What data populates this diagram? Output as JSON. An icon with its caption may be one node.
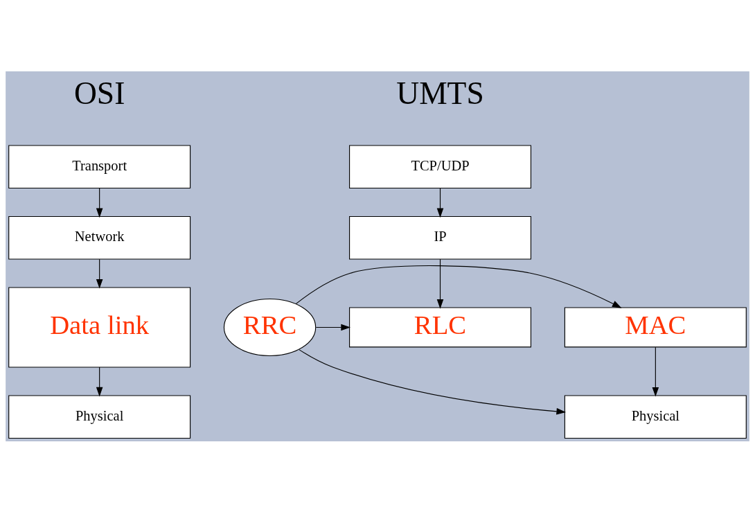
{
  "diagram": {
    "nodes": [
      {
        "text": [
          "Transport"
        ]
      },
      {
        "text": [
          "Network"
        ]
      },
      {
        "text": [
          "Data link"
        ]
      },
      {
        "text": [
          "Physical"
        ]
      },
      {
        "text": [
          "TCP/UDP"
        ]
      },
      {
        "text": [
          "IP"
        ]
      },
      {
        "text": [
          "RLC"
        ]
      },
      {
        "text": [
          "MAC"
        ]
      },
      {
        "text": [
          "Physical"
        ]
      },
      {
        "text": [
          "RRC"
        ]
      }
    ],
    "edges": [
      {
        "from": 0,
        "to": 1,
        "arrow": "to"
      },
      {
        "from": 1,
        "to": 2,
        "arrow": "to"
      },
      {
        "from": 2,
        "to": 3,
        "arrow": "to"
      },
      {
        "from": 4,
        "to": 5,
        "arrow": "to"
      },
      {
        "from": 5,
        "to": 6,
        "arrow": "to"
      },
      {
        "from": 7,
        "to": 8,
        "arrow": "to"
      },
      {
        "from": 9,
        "to": 6,
        "arrow": "to"
      },
      {
        "from": 9,
        "to": 7,
        "arrow": "to"
      },
      {
        "from": 9,
        "to": 8,
        "arrow": "to"
      }
    ],
    "labels": [
      "OSI",
      "UMTS"
    ]
  }
}
